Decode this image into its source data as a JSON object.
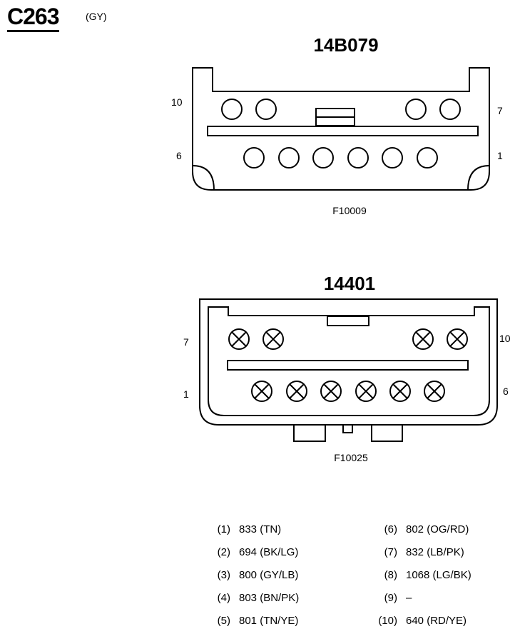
{
  "connector": {
    "id": "C263",
    "color": "(GY)"
  },
  "upper": {
    "part": "14B079",
    "figure": "F10009",
    "labels": {
      "top_left": "10",
      "top_right": "7",
      "bottom_left": "6",
      "bottom_right": "1"
    }
  },
  "lower": {
    "part": "14401",
    "figure": "F10025",
    "labels": {
      "top_left": "7",
      "top_right": "10",
      "bottom_left": "1",
      "bottom_right": "6"
    }
  },
  "pins": [
    {
      "num": "(1)",
      "wire": "833 (TN)"
    },
    {
      "num": "(2)",
      "wire": "694 (BK/LG)"
    },
    {
      "num": "(3)",
      "wire": "800 (GY/LB)"
    },
    {
      "num": "(4)",
      "wire": "803 (BN/PK)"
    },
    {
      "num": "(5)",
      "wire": "801 (TN/YE)"
    },
    {
      "num": "(6)",
      "wire": "802 (OG/RD)"
    },
    {
      "num": "(7)",
      "wire": "832 (LB/PK)"
    },
    {
      "num": "(8)",
      "wire": "1068 (LG/BK)"
    },
    {
      "num": "(9)",
      "wire": "–"
    },
    {
      "num": "(10)",
      "wire": "640 (RD/YE)"
    }
  ]
}
